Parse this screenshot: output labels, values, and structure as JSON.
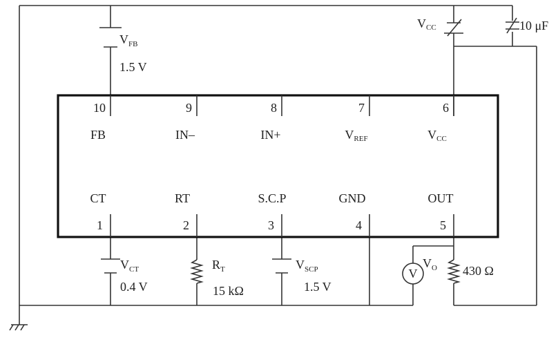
{
  "pins_top": [
    {
      "number": "10",
      "name": "FB"
    },
    {
      "number": "9",
      "name": "IN–"
    },
    {
      "number": "8",
      "name": "IN+"
    },
    {
      "number": "7",
      "name": "V",
      "name_sub": "REF"
    },
    {
      "number": "6",
      "name": "V",
      "name_sub": "CC"
    }
  ],
  "pins_bottom": [
    {
      "number": "1",
      "name": "CT"
    },
    {
      "number": "2",
      "name": "RT"
    },
    {
      "number": "3",
      "name": "S.C.P"
    },
    {
      "number": "4",
      "name": "GND"
    },
    {
      "number": "5",
      "name": "OUT"
    }
  ],
  "components": {
    "vfb": {
      "label": "V",
      "sub": "FB",
      "value": "1.5 V"
    },
    "vct": {
      "label": "V",
      "sub": "CT",
      "value": "0.4 V"
    },
    "rt": {
      "label": "R",
      "sub": "T",
      "value": "15 kΩ"
    },
    "vscp": {
      "label": "V",
      "sub": "SCP",
      "value": "1.5 V"
    },
    "vo": {
      "label": "V",
      "sub": "O",
      "meter": "V"
    },
    "rload": {
      "value": "430 Ω"
    },
    "vcc": {
      "label": "V",
      "sub": "CC"
    },
    "cap": {
      "value": "10 μF"
    }
  }
}
